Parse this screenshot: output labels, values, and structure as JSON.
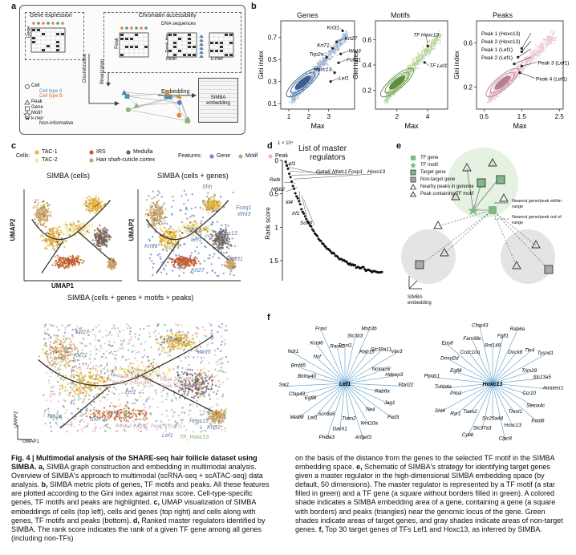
{
  "panels": {
    "a": "a",
    "b": "b",
    "c": "c",
    "d": "d",
    "e": "e",
    "f": "f"
  },
  "panel_a": {
    "gene_expression": "Gene expression",
    "chromatin": "Chromatin accessibility",
    "dna_sequences": "DNA sequences",
    "gene_axis": "Gene",
    "cell_axis": "Cell",
    "peak_axis": "Peak",
    "peak_bin": "Peak bin",
    "motif": "Motif",
    "kmer": "k-mer",
    "discretization": "Discretization",
    "binarization": "Binarization",
    "embedding": "Embedding",
    "simba_embedding": "SIMBA embedding",
    "legend": [
      "Cell",
      "Cell type A",
      "Cell type B",
      "Peak",
      "Gene",
      "Motif",
      "k-mer",
      "Non-informative"
    ]
  },
  "panel_c": {
    "cells_label": "Cells:",
    "cell_types": [
      {
        "name": "TAC-1",
        "color": "#e2b53a"
      },
      {
        "name": "TAC-2",
        "color": "#f4e9a2"
      },
      {
        "name": "IRS",
        "color": "#c4562a"
      },
      {
        "name": "Hair shaft-cuticle.cortex",
        "color": "#c9a46a"
      },
      {
        "name": "Medulla",
        "color": "#6c5f63"
      }
    ],
    "features_label": "Features:",
    "features": [
      {
        "name": "Gene",
        "color": "#6f8fc3"
      },
      {
        "name": "Motif",
        "color": "#90c07a"
      },
      {
        "name": "Peak",
        "color": "#e8b7c4"
      }
    ],
    "titles": [
      "SIMBA (cells)",
      "SIMBA (cells + genes)",
      "SIMBA (cells + genes + motifs + peaks)"
    ],
    "umap1": "UMAP1",
    "umap2": "UMAP2",
    "genes_top": [
      "Shh",
      "Foxq1",
      "Wnt3",
      "Top2a",
      "Hoxc13",
      "Lef1",
      "Krt27",
      "Krt31",
      "Krt71"
    ],
    "genes_bottom": [
      "Krt27",
      "Foxq1",
      "Wnt3",
      "Krt71",
      "Peak 1 (Lef1)",
      "Peak 1 (Hoxc13)",
      "Peak 2 (Lef1)",
      "Peak 2 (Hoxc13)",
      "Top2a",
      "Shh",
      "Lef1",
      "Peak 3 (Lef1)",
      "Peak 4 (Lef1)",
      "Lef1",
      "Hoxc13",
      "TF_Hoxc13",
      "Krt31"
    ]
  },
  "panel_b": {
    "titles": [
      "Genes",
      "Motifs",
      "Peaks"
    ],
    "xlabel": "Max",
    "ylabel": "Gini index",
    "genes_labels": [
      "Krt31",
      "Krt27",
      "Krt71",
      "Wnt3",
      "Top2a",
      "Foxq1",
      "Hoxc13",
      "Lef1"
    ],
    "motif_labels": [
      "TF Hoxc13",
      "TF Lef1"
    ],
    "peak_labels": [
      "Peak 1 (Hoxc13)",
      "Peak 2 (Hoxc13)",
      "Peak 1 (Lef1)",
      "Peak 2 (Lef1)",
      "Peak 3 (Lef1)",
      "Peak 4 (Lef1)"
    ]
  },
  "chart_data": [
    {
      "type": "scatter",
      "title": "Genes",
      "xlabel": "Max",
      "ylabel": "Gini index",
      "xlim": [
        0.6,
        4.3
      ],
      "ylim": [
        0.05,
        0.85
      ],
      "xticks": [
        1,
        2,
        3
      ],
      "yticks": [
        0.1,
        0.3,
        0.5,
        0.7
      ],
      "labeled_points": [
        {
          "label": "Krt31",
          "x": 3.7,
          "y": 0.76
        },
        {
          "label": "Krt27",
          "x": 3.4,
          "y": 0.66
        },
        {
          "label": "Krt71",
          "x": 3.2,
          "y": 0.6
        },
        {
          "label": "Wnt3",
          "x": 3.6,
          "y": 0.55
        },
        {
          "label": "Top2a",
          "x": 2.9,
          "y": 0.52
        },
        {
          "label": "Foxq1",
          "x": 3.5,
          "y": 0.47
        },
        {
          "label": "Hoxc13",
          "x": 3.3,
          "y": 0.38
        },
        {
          "label": "Lef1",
          "x": 3.1,
          "y": 0.3
        }
      ]
    },
    {
      "type": "scatter",
      "title": "Motifs",
      "xlabel": "Max",
      "ylabel": "Gini index",
      "xlim": [
        0.6,
        5.3
      ],
      "ylim": [
        0.05,
        0.75
      ],
      "xticks": [
        2,
        4
      ],
      "yticks": [
        0.2,
        0.4,
        0.6
      ],
      "labeled_points": [
        {
          "label": "TF Hoxc13",
          "x": 4.0,
          "y": 0.55
        },
        {
          "label": "TF Lef1",
          "x": 3.8,
          "y": 0.42
        }
      ]
    },
    {
      "type": "scatter",
      "title": "Peaks",
      "xlabel": "Max",
      "ylabel": "Gini index",
      "xlim": [
        0.3,
        2.6
      ],
      "ylim": [
        0.0,
        0.8
      ],
      "xticks": [
        0.5,
        1.5,
        2.5
      ],
      "yticks": [
        0.2,
        0.6
      ],
      "labeled_points": [
        {
          "label": "Peak 1 (Hoxc13)",
          "x": 1.5,
          "y": 0.55
        },
        {
          "label": "Peak 2 (Hoxc13)",
          "x": 1.5,
          "y": 0.52
        },
        {
          "label": "Peak 1 (Lef1)",
          "x": 1.4,
          "y": 0.47
        },
        {
          "label": "Peak 2 (Lef1)",
          "x": 1.3,
          "y": 0.41
        },
        {
          "label": "Peak 3 (Lef1)",
          "x": 1.5,
          "y": 0.39
        },
        {
          "label": "Peak 4 (Lef1)",
          "x": 1.45,
          "y": 0.33
        }
      ]
    },
    {
      "type": "scatter",
      "title": "List of master regulators",
      "xlabel": "",
      "ylabel": "Rank score",
      "exponent": "1 × 10⁴",
      "ylim": [
        1.8,
        0
      ],
      "yticks": [
        0,
        0.5,
        1,
        1.5
      ],
      "labels": [
        "Lef1",
        "Gata6",
        "Nfatc1",
        "Foxp1",
        "Hoxc13",
        "Relb",
        "Nfkb2",
        "Id4",
        "Irf1",
        "Sox9"
      ]
    }
  ],
  "panel_d": {
    "title1": "List of master",
    "title2": "regulators",
    "ylabel": "Rank score",
    "exponent": "1 × 10⁴",
    "labels": [
      "Lef1",
      "Gata6",
      "Nfatc1",
      "Foxp1",
      "Hoxc13",
      "Relb",
      "Nfkb2",
      "Id4",
      "Irf1",
      "Sox9"
    ]
  },
  "panel_e": {
    "legend": [
      "TF gene",
      "TF motif",
      "Target gene",
      "Non-target gene",
      "Nearby peaks in genome",
      "Peak containing TF motif"
    ],
    "range_in": "Nearest gene/peak within range",
    "range_out": "Nearest gene/peak out of range",
    "simba_embedding": "SIMBA embedding"
  },
  "panel_f": {
    "lef1_center": "Lef1",
    "lef1_targets": [
      "Tmnl1",
      "Slc3b3",
      "Mob3b",
      "Rab15",
      "Slc39a11",
      "Vav3",
      "Nckap5l",
      "Hdeep3",
      "Fbxl22",
      "Rab6a",
      "Jag1",
      "Fxd3",
      "Tle4",
      "Wnt10a",
      "Arfgef3",
      "Tiam2",
      "Dach1",
      "Phlda3",
      "Scn3a5",
      "Lef1",
      "Mettl8",
      "Egfl8",
      "Cfap43",
      "Sat1",
      "Bhlhe40",
      "Bmf45",
      "Ndr1",
      "Nsf",
      "Kctd6",
      "Frasl",
      "Ranx1"
    ],
    "hoxc13_center": "Hoxc13",
    "hoxc13_targets": [
      "Rnf149",
      "Fgfl1",
      "Rab6a",
      "Dock8",
      "Tle4",
      "Tysnd1",
      "Trim29",
      "Slc13a5",
      "Arrmecr1",
      "Ccr10",
      "Sema4c",
      "Kctd6",
      "Tmnl1",
      "Hoxc13",
      "Clpc8",
      "Slc25a44",
      "Slc37a3",
      "Cybb",
      "Tiam2",
      "Ryr1",
      "Shl4",
      "Pim1",
      "Tubb4a",
      "Ptpdc1",
      "Egfl8",
      "Dmrd2d",
      "Eps8",
      "Ccdc10q",
      "Fam98c",
      "Cfap43"
    ]
  },
  "caption": {
    "left": [
      {
        "b": "Fig. 4 | Multimodal analysis of the SHARE-seq hair follicle dataset using SIMBA. a,",
        "n": " SIMBA graph construction and embedding in multimodal analysis. Overview of SIMBA's approach to multimodal (scRNA-seq + scATAC-seq) data analysis."
      },
      {
        "b": "b,",
        "n": " SIMBA metric plots of genes, TF motifs and peaks. All these features are plotted according to the Gini index against max score. Cell-type-specific genes, TF motifs and peaks are highlighted."
      },
      {
        "b": "c,",
        "n": " UMAP visualization of SIMBA embeddings of cells (top left), cells and genes (top right) and cells along with genes, TF motifs and peaks (bottom)."
      },
      {
        "b": "d,",
        "n": " Ranked master regulators identified by SIMBA. The rank score indicates the rank of a given TF gene among all genes (including non-TFs)"
      }
    ],
    "right": [
      {
        "b": "",
        "n": "on the basis of the distance from the genes to the selected TF motif in the SIMBA embedding space."
      },
      {
        "b": "e,",
        "n": " Schematic of SIMBA's strategy for identifying target genes given a master regulator in the high-dimensional SIMBA embedding space (by default, 50 dimensions). The master regulator is represented by a TF motif (a star filled in green) and a TF gene (a square without borders filled in green). A colored shade indicates a SIMBA embedding area of a gene, containing a gene (a square with borders) and peaks (triangles) near the genomic locus of the gene. Green shades indicate areas of target genes, and gray shades indicate areas of non-target genes."
      },
      {
        "b": "f,",
        "n": " Top 30 target genes of TFs Lef1 and Hoxc13, as inferred by SIMBA."
      }
    ]
  }
}
